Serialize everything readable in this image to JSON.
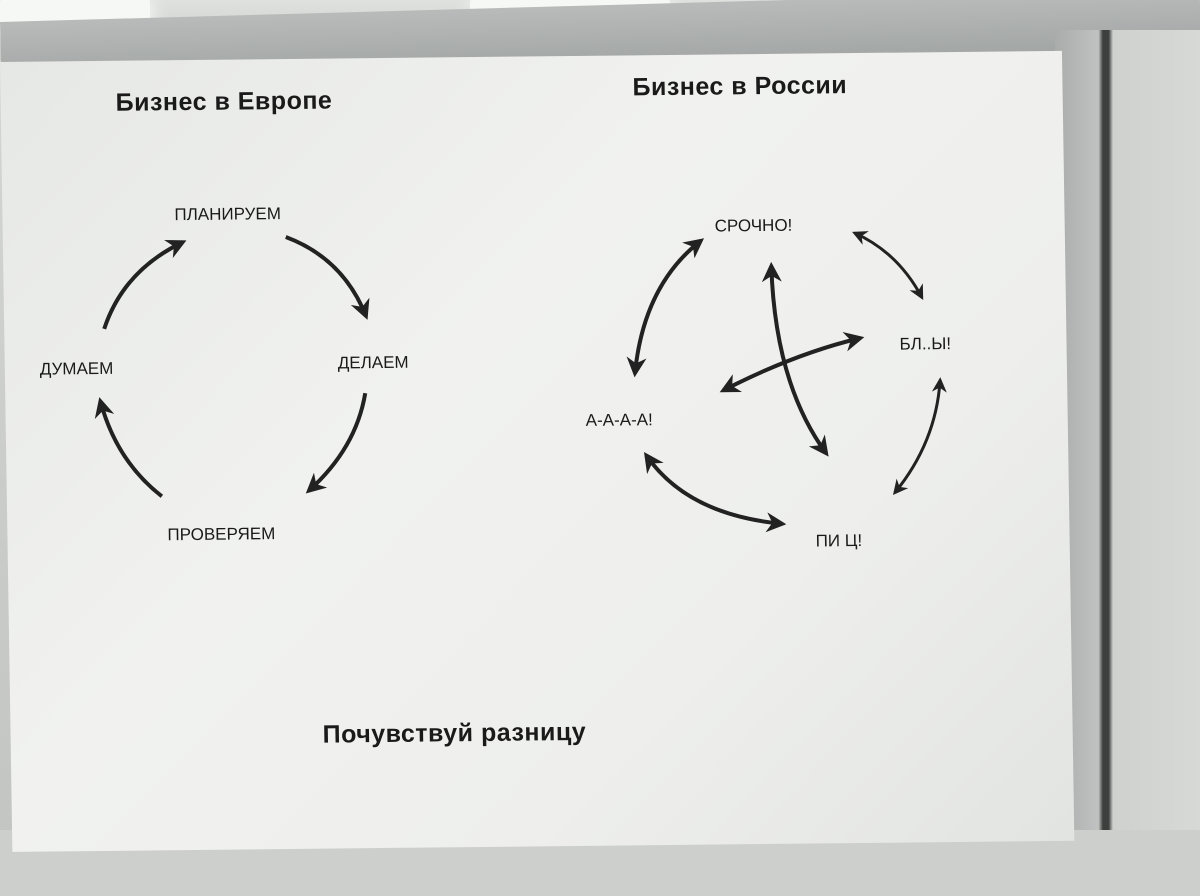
{
  "europe": {
    "title": "Бизнес в Европе",
    "steps": [
      "ПЛАНИРУЕМ",
      "ДЕЛАЕМ",
      "ПРОВЕРЯЕМ",
      "ДУМАЕМ"
    ]
  },
  "russia": {
    "title": "Бизнес в России",
    "states": [
      "СРОЧНО!",
      "БЛ..Ы!",
      "ПИ  Ц!",
      "А-А-А-А!"
    ]
  },
  "caption": "Почувствуй разницу",
  "colors": {
    "ink": "#1a1a1a",
    "paper": "#eeefed",
    "wall": "#c9cbc9"
  }
}
